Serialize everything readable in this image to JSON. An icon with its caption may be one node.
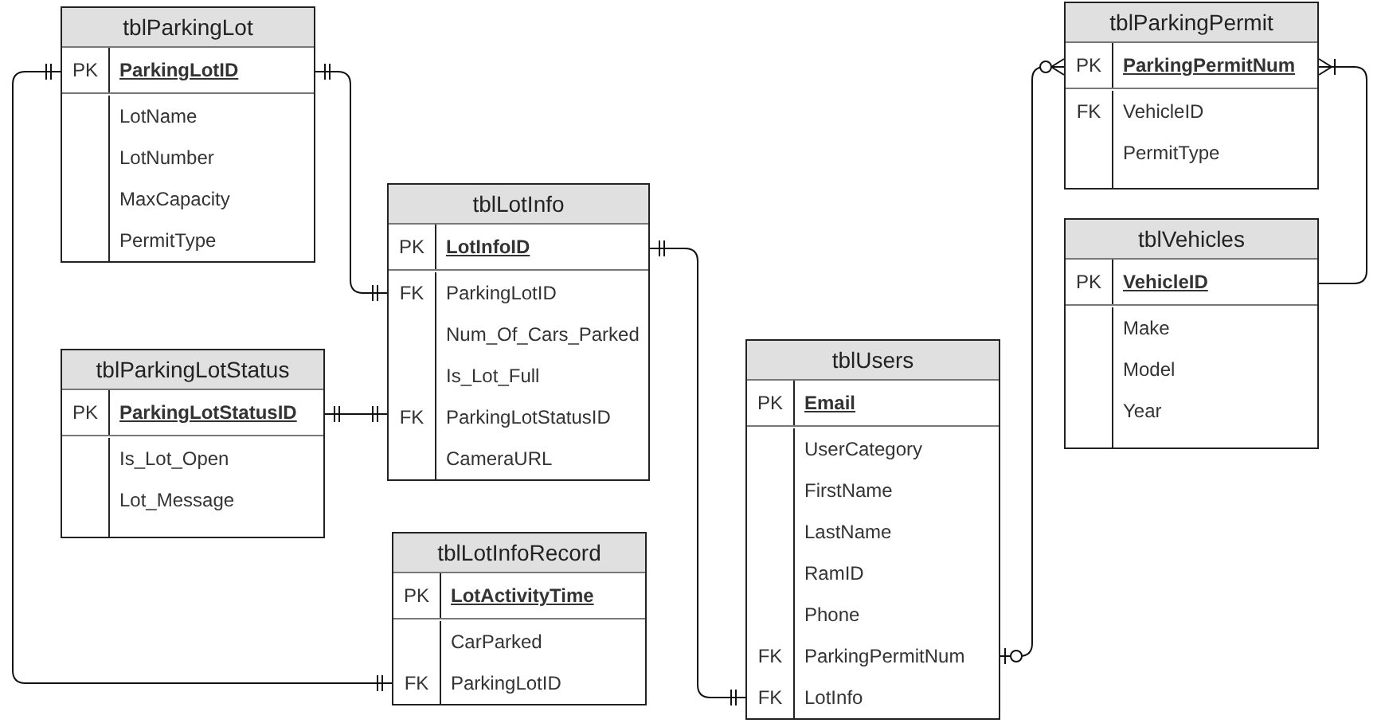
{
  "diagram": {
    "nodes": [
      {
        "text": [
          "tblParkingLot"
        ]
      },
      {
        "text": [
          "PK",
          "ParkingLotID"
        ],
        "in": 0
      },
      {
        "text": [
          "LotName"
        ],
        "in": 0
      },
      {
        "text": [
          "LotNumber"
        ],
        "in": 0
      },
      {
        "text": [
          "MaxCapacity"
        ],
        "in": 0
      },
      {
        "text": [
          "PermitType"
        ],
        "in": 0
      },
      {
        "text": [
          "tblParkingPermit"
        ]
      },
      {
        "text": [
          "PK",
          "ParkingPermitNum"
        ],
        "in": 6
      },
      {
        "text": [
          "FK",
          "VehicleID"
        ],
        "in": 6
      },
      {
        "text": [
          "PermitType"
        ],
        "in": 6
      },
      {
        "text": [
          "tblLotInfo"
        ]
      },
      {
        "text": [
          "PK",
          "LotInfoID"
        ],
        "in": 10
      },
      {
        "text": [
          "FK",
          "ParkingLotID"
        ],
        "in": 10
      },
      {
        "text": [
          "Num_Of_Cars_Parked"
        ],
        "in": 10
      },
      {
        "text": [
          "Is_Lot_Full"
        ],
        "in": 10
      },
      {
        "text": [
          "FK",
          "ParkingLotStatusID"
        ],
        "in": 10
      },
      {
        "text": [
          "CameraURL"
        ],
        "in": 10
      },
      {
        "text": [
          "tblVehicles"
        ]
      },
      {
        "text": [
          "PK",
          "VehicleID"
        ],
        "in": 17
      },
      {
        "text": [
          "Make"
        ],
        "in": 17
      },
      {
        "text": [
          "Model"
        ],
        "in": 17
      },
      {
        "text": [
          "Year"
        ],
        "in": 17
      },
      {
        "text": [
          "tblParkingLotStatus"
        ]
      },
      {
        "text": [
          "PK",
          "ParkingLotStatusID"
        ],
        "in": 22
      },
      {
        "text": [
          "Is_Lot_Open"
        ],
        "in": 22
      },
      {
        "text": [
          "Lot_Message"
        ],
        "in": 22
      },
      {
        "text": [
          "tblUsers"
        ]
      },
      {
        "text": [
          "PK",
          "Email"
        ],
        "in": 26
      },
      {
        "text": [
          "UserCategory"
        ],
        "in": 26
      },
      {
        "text": [
          "FirstName"
        ],
        "in": 26
      },
      {
        "text": [
          "LastName"
        ],
        "in": 26
      },
      {
        "text": [
          "RamID"
        ],
        "in": 26
      },
      {
        "text": [
          "Phone"
        ],
        "in": 26
      },
      {
        "text": [
          "FK",
          "ParkingPermitNum"
        ],
        "in": 26
      },
      {
        "text": [
          "FK",
          "LotInfo"
        ],
        "in": 26
      },
      {
        "text": [
          "tblLotInfoRecord"
        ]
      },
      {
        "text": [
          "PK",
          "LotActivityTime"
        ],
        "in": 35
      },
      {
        "text": [
          "CarParked"
        ],
        "in": 35
      },
      {
        "text": [
          "FK",
          "ParkingLotID"
        ],
        "in": 35
      }
    ],
    "edges": [
      {
        "from": 1,
        "to": 38,
        "arrow": "other"
      },
      {
        "from": 1,
        "to": 12,
        "arrow": "other"
      },
      {
        "from": 23,
        "to": 15,
        "arrow": "other"
      },
      {
        "from": 11,
        "to": 34,
        "arrow": "other"
      },
      {
        "from": 33,
        "to": 7,
        "arrow": "other"
      },
      {
        "from": 18,
        "to": 7,
        "arrow": "other"
      }
    ]
  }
}
